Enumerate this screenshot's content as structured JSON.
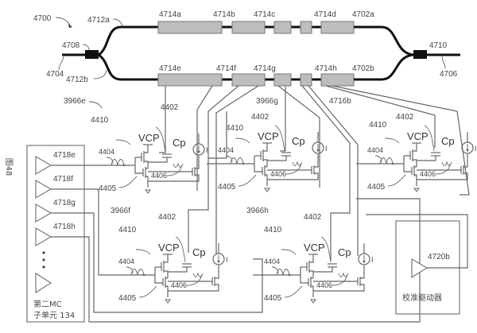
{
  "figure_label": "图48",
  "top": {
    "system": "4700",
    "input_waveguide": "4704",
    "output_waveguide": "4706",
    "input_coupler": "4708",
    "output_coupler": "4710",
    "upper_arm": "4712a",
    "lower_arm": "4712b",
    "upper_segments": [
      "4714a",
      "4714b",
      "4714c",
      "4714d",
      "4702a"
    ],
    "lower_segments": [
      "4714e",
      "4714f",
      "4714g",
      "4714h",
      "4702b"
    ]
  },
  "circuits": [
    {
      "id": "3966e",
      "vcp": "VCP",
      "cp": "Cp",
      "current": "I",
      "labels": {
        "c4410": "4410",
        "c4402": "4402",
        "c4404": "4404",
        "c4405": "4405",
        "c4406": "4406"
      }
    },
    {
      "id": "3966g",
      "vcp": "VCP",
      "cp": "Cp",
      "current": "I",
      "labels": {
        "c4410": "4410",
        "c4402": "4402",
        "c4404": "4404",
        "c4405": "4405",
        "c4406": "4406"
      }
    },
    {
      "id": "4716b",
      "vcp": "VCP",
      "cp": "Cp",
      "current": "I",
      "labels": {
        "c4410": "4410",
        "c4402": "4402",
        "c4404": "4404",
        "c4405": "4405",
        "c4406": "4406"
      }
    },
    {
      "id": "3966f",
      "vcp": "VCP",
      "cp": "Cp",
      "current": "I",
      "labels": {
        "c4410": "4410",
        "c4402": "4402",
        "c4404": "4404",
        "c4405": "4405",
        "c4406": "4406"
      }
    },
    {
      "id": "3966h",
      "vcp": "VCP",
      "cp": "Cp",
      "current": "I",
      "labels": {
        "c4410": "4410",
        "c4402": "4402",
        "c4404": "4404",
        "c4405": "4405",
        "c4406": "4406"
      }
    }
  ],
  "second_mc": {
    "drivers": [
      "4718e",
      "4718f",
      "4718g",
      "4718h"
    ],
    "caption_line1": "第二MC",
    "caption_line2": "子单元 134"
  },
  "calibration": {
    "driver": "4720b",
    "caption": "校准驱动器"
  }
}
